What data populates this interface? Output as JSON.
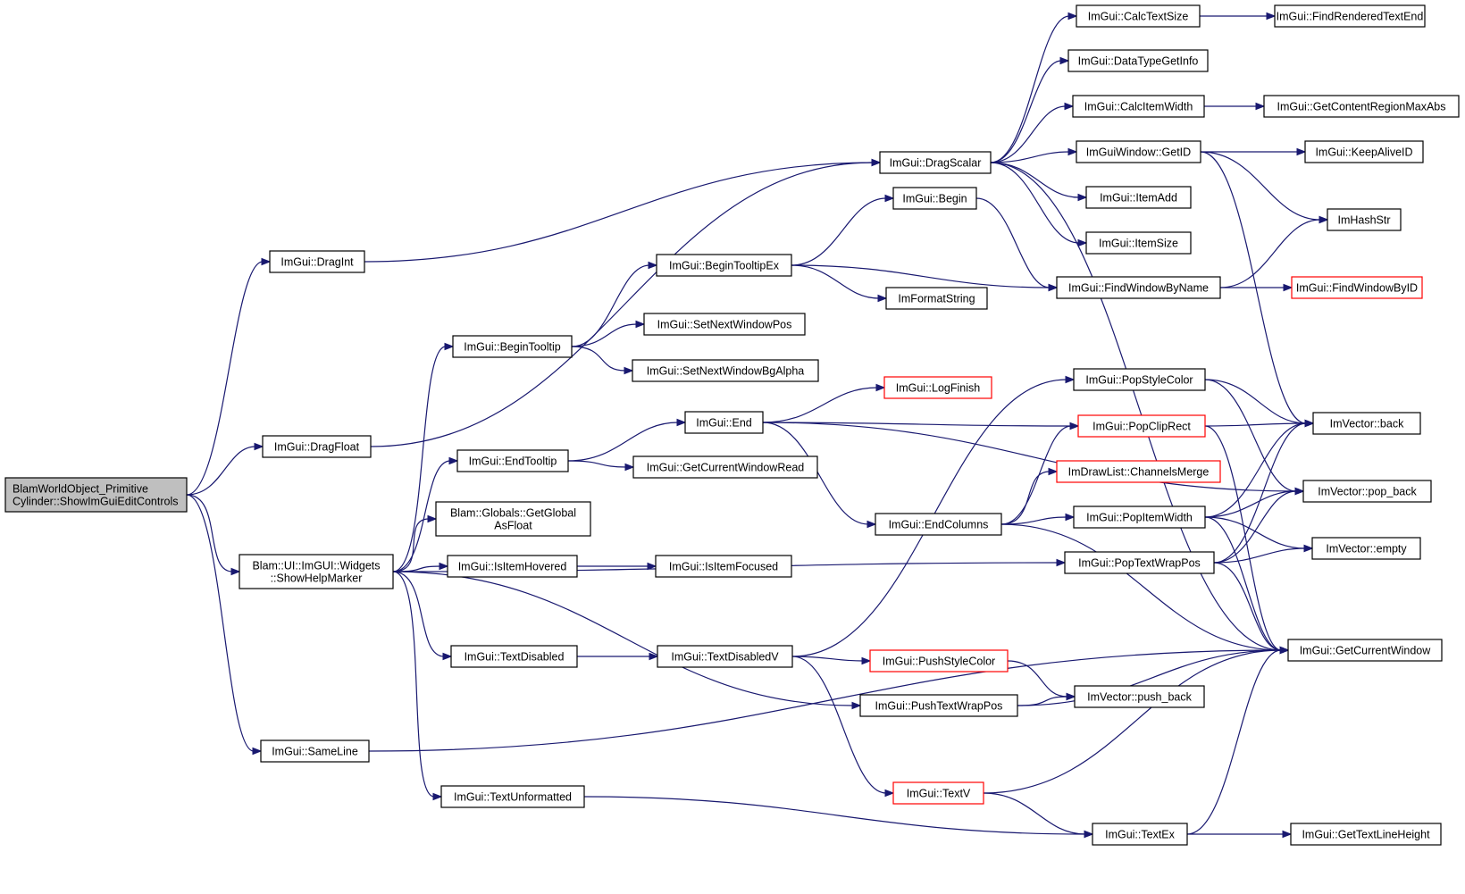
{
  "colors": {
    "edge": "#191970",
    "root_fill": "#bfbfbf",
    "node_border": "#000000",
    "truncated_border": "#ff0000",
    "background": "#ffffff"
  },
  "nodes": [
    {
      "id": "root",
      "lines": [
        "BlamWorldObject_Primitive",
        "Cylinder::ShowImGuiEditControls"
      ],
      "kind": "root"
    },
    {
      "id": "dragint",
      "lines": [
        "ImGui::DragInt"
      ]
    },
    {
      "id": "dragfloat",
      "lines": [
        "ImGui::DragFloat"
      ]
    },
    {
      "id": "showhelp",
      "lines": [
        "Blam::UI::ImGUI::Widgets",
        "::ShowHelpMarker"
      ]
    },
    {
      "id": "sameline",
      "lines": [
        "ImGui::SameLine"
      ]
    },
    {
      "id": "begintooltip",
      "lines": [
        "ImGui::BeginTooltip"
      ]
    },
    {
      "id": "endtooltip",
      "lines": [
        "ImGui::EndTooltip"
      ]
    },
    {
      "id": "globals",
      "lines": [
        "Blam::Globals::GetGlobal",
        "AsFloat"
      ]
    },
    {
      "id": "isitemhovered",
      "lines": [
        "ImGui::IsItemHovered"
      ]
    },
    {
      "id": "textdisabled",
      "lines": [
        "ImGui::TextDisabled"
      ]
    },
    {
      "id": "textunformatted",
      "lines": [
        "ImGui::TextUnformatted"
      ]
    },
    {
      "id": "begintooltipex",
      "lines": [
        "ImGui::BeginTooltipEx"
      ]
    },
    {
      "id": "setnextwindowpos",
      "lines": [
        "ImGui::SetNextWindowPos"
      ]
    },
    {
      "id": "setnextwindowbgalpha",
      "lines": [
        "ImGui::SetNextWindowBgAlpha"
      ]
    },
    {
      "id": "end",
      "lines": [
        "ImGui::End"
      ]
    },
    {
      "id": "getcurrentwindowread",
      "lines": [
        "ImGui::GetCurrentWindowRead"
      ]
    },
    {
      "id": "isitemfocused",
      "lines": [
        "ImGui::IsItemFocused"
      ]
    },
    {
      "id": "textdisabledv",
      "lines": [
        "ImGui::TextDisabledV"
      ]
    },
    {
      "id": "dragscalar",
      "lines": [
        "ImGui::DragScalar"
      ]
    },
    {
      "id": "begin",
      "lines": [
        "ImGui::Begin"
      ]
    },
    {
      "id": "imformatstring",
      "lines": [
        "ImFormatString"
      ]
    },
    {
      "id": "logfinish",
      "lines": [
        "ImGui::LogFinish"
      ],
      "kind": "red"
    },
    {
      "id": "endcolumns",
      "lines": [
        "ImGui::EndColumns"
      ]
    },
    {
      "id": "pushstylecolor",
      "lines": [
        "ImGui::PushStyleColor"
      ],
      "kind": "red"
    },
    {
      "id": "pushtextwrappos",
      "lines": [
        "ImGui::PushTextWrapPos"
      ]
    },
    {
      "id": "textv",
      "lines": [
        "ImGui::TextV"
      ],
      "kind": "red"
    },
    {
      "id": "calctextsize",
      "lines": [
        "ImGui::CalcTextSize"
      ]
    },
    {
      "id": "datatypegetinfo",
      "lines": [
        "ImGui::DataTypeGetInfo"
      ]
    },
    {
      "id": "calcitemwidth",
      "lines": [
        "ImGui::CalcItemWidth"
      ]
    },
    {
      "id": "getid",
      "lines": [
        "ImGuiWindow::GetID"
      ]
    },
    {
      "id": "itemadd",
      "lines": [
        "ImGui::ItemAdd"
      ]
    },
    {
      "id": "itemsize",
      "lines": [
        "ImGui::ItemSize"
      ]
    },
    {
      "id": "findwindowbyname",
      "lines": [
        "ImGui::FindWindowByName"
      ]
    },
    {
      "id": "popstylecolor",
      "lines": [
        "ImGui::PopStyleColor"
      ]
    },
    {
      "id": "popcliprect",
      "lines": [
        "ImGui::PopClipRect"
      ],
      "kind": "red"
    },
    {
      "id": "channelsmerge",
      "lines": [
        "ImDrawList::ChannelsMerge"
      ],
      "kind": "red"
    },
    {
      "id": "popitemwidth",
      "lines": [
        "ImGui::PopItemWidth"
      ]
    },
    {
      "id": "poptextwrappos",
      "lines": [
        "ImGui::PopTextWrapPos"
      ]
    },
    {
      "id": "pushback",
      "lines": [
        "ImVector::push_back"
      ]
    },
    {
      "id": "textex",
      "lines": [
        "ImGui::TextEx"
      ]
    },
    {
      "id": "findrenderedtextend",
      "lines": [
        "ImGui::FindRenderedTextEnd"
      ]
    },
    {
      "id": "getcontentregionmaxabs",
      "lines": [
        "ImGui::GetContentRegionMaxAbs"
      ]
    },
    {
      "id": "keepaliveid",
      "lines": [
        "ImGui::KeepAliveID"
      ]
    },
    {
      "id": "imhashstr",
      "lines": [
        "ImHashStr"
      ]
    },
    {
      "id": "findwindowbyid",
      "lines": [
        "ImGui::FindWindowByID"
      ],
      "kind": "red"
    },
    {
      "id": "back",
      "lines": [
        "ImVector::back"
      ]
    },
    {
      "id": "popback",
      "lines": [
        "ImVector::pop_back"
      ]
    },
    {
      "id": "empty",
      "lines": [
        "ImVector::empty"
      ]
    },
    {
      "id": "getcurrentwindow",
      "lines": [
        "ImGui::GetCurrentWindow"
      ]
    },
    {
      "id": "gettextlineheight",
      "lines": [
        "ImGui::GetTextLineHeight"
      ]
    }
  ],
  "edges": [
    [
      "root",
      "dragint"
    ],
    [
      "root",
      "dragfloat"
    ],
    [
      "root",
      "showhelp"
    ],
    [
      "root",
      "sameline"
    ],
    [
      "dragint",
      "dragscalar"
    ],
    [
      "dragfloat",
      "dragscalar"
    ],
    [
      "sameline",
      "getcurrentwindow"
    ],
    [
      "showhelp",
      "begintooltip"
    ],
    [
      "showhelp",
      "endtooltip"
    ],
    [
      "showhelp",
      "globals"
    ],
    [
      "showhelp",
      "isitemhovered"
    ],
    [
      "showhelp",
      "textdisabled"
    ],
    [
      "showhelp",
      "textunformatted"
    ],
    [
      "showhelp",
      "pushtextwrappos"
    ],
    [
      "showhelp",
      "poptextwrappos"
    ],
    [
      "begintooltip",
      "begintooltipex"
    ],
    [
      "begintooltip",
      "setnextwindowpos"
    ],
    [
      "begintooltip",
      "setnextwindowbgalpha"
    ],
    [
      "begintooltipex",
      "begin"
    ],
    [
      "begintooltipex",
      "imformatstring"
    ],
    [
      "begintooltipex",
      "findwindowbyname"
    ],
    [
      "begin",
      "findwindowbyname"
    ],
    [
      "endtooltip",
      "end"
    ],
    [
      "endtooltip",
      "getcurrentwindowread"
    ],
    [
      "end",
      "logfinish"
    ],
    [
      "end",
      "popcliprect"
    ],
    [
      "end",
      "endcolumns"
    ],
    [
      "end",
      "popback"
    ],
    [
      "isitemhovered",
      "isitemfocused"
    ],
    [
      "textdisabled",
      "textdisabledv"
    ],
    [
      "textdisabledv",
      "pushstylecolor"
    ],
    [
      "textdisabledv",
      "textv"
    ],
    [
      "textdisabledv",
      "popstylecolor"
    ],
    [
      "textunformatted",
      "textex"
    ],
    [
      "pushtextwrappos",
      "pushback"
    ],
    [
      "pushtextwrappos",
      "getcurrentwindow"
    ],
    [
      "pushstylecolor",
      "pushback"
    ],
    [
      "textv",
      "textex"
    ],
    [
      "textv",
      "getcurrentwindow"
    ],
    [
      "textex",
      "gettextlineheight"
    ],
    [
      "textex",
      "getcurrentwindow"
    ],
    [
      "dragscalar",
      "calctextsize"
    ],
    [
      "dragscalar",
      "datatypegetinfo"
    ],
    [
      "dragscalar",
      "calcitemwidth"
    ],
    [
      "dragscalar",
      "getid"
    ],
    [
      "dragscalar",
      "itemadd"
    ],
    [
      "dragscalar",
      "itemsize"
    ],
    [
      "dragscalar",
      "getcurrentwindow"
    ],
    [
      "calctextsize",
      "findrenderedtextend"
    ],
    [
      "calcitemwidth",
      "getcontentregionmaxabs"
    ],
    [
      "getid",
      "keepaliveid"
    ],
    [
      "getid",
      "imhashstr"
    ],
    [
      "getid",
      "back"
    ],
    [
      "findwindowbyname",
      "imhashstr"
    ],
    [
      "findwindowbyname",
      "findwindowbyid"
    ],
    [
      "endcolumns",
      "channelsmerge"
    ],
    [
      "endcolumns",
      "popcliprect"
    ],
    [
      "endcolumns",
      "popitemwidth"
    ],
    [
      "endcolumns",
      "getcurrentwindow"
    ],
    [
      "popstylecolor",
      "back"
    ],
    [
      "popstylecolor",
      "popback"
    ],
    [
      "popcliprect",
      "back"
    ],
    [
      "popcliprect",
      "getcurrentwindow"
    ],
    [
      "popitemwidth",
      "back"
    ],
    [
      "popitemwidth",
      "popback"
    ],
    [
      "popitemwidth",
      "empty"
    ],
    [
      "popitemwidth",
      "getcurrentwindow"
    ],
    [
      "poptextwrappos",
      "back"
    ],
    [
      "poptextwrappos",
      "popback"
    ],
    [
      "poptextwrappos",
      "empty"
    ],
    [
      "poptextwrappos",
      "getcurrentwindow"
    ]
  ]
}
